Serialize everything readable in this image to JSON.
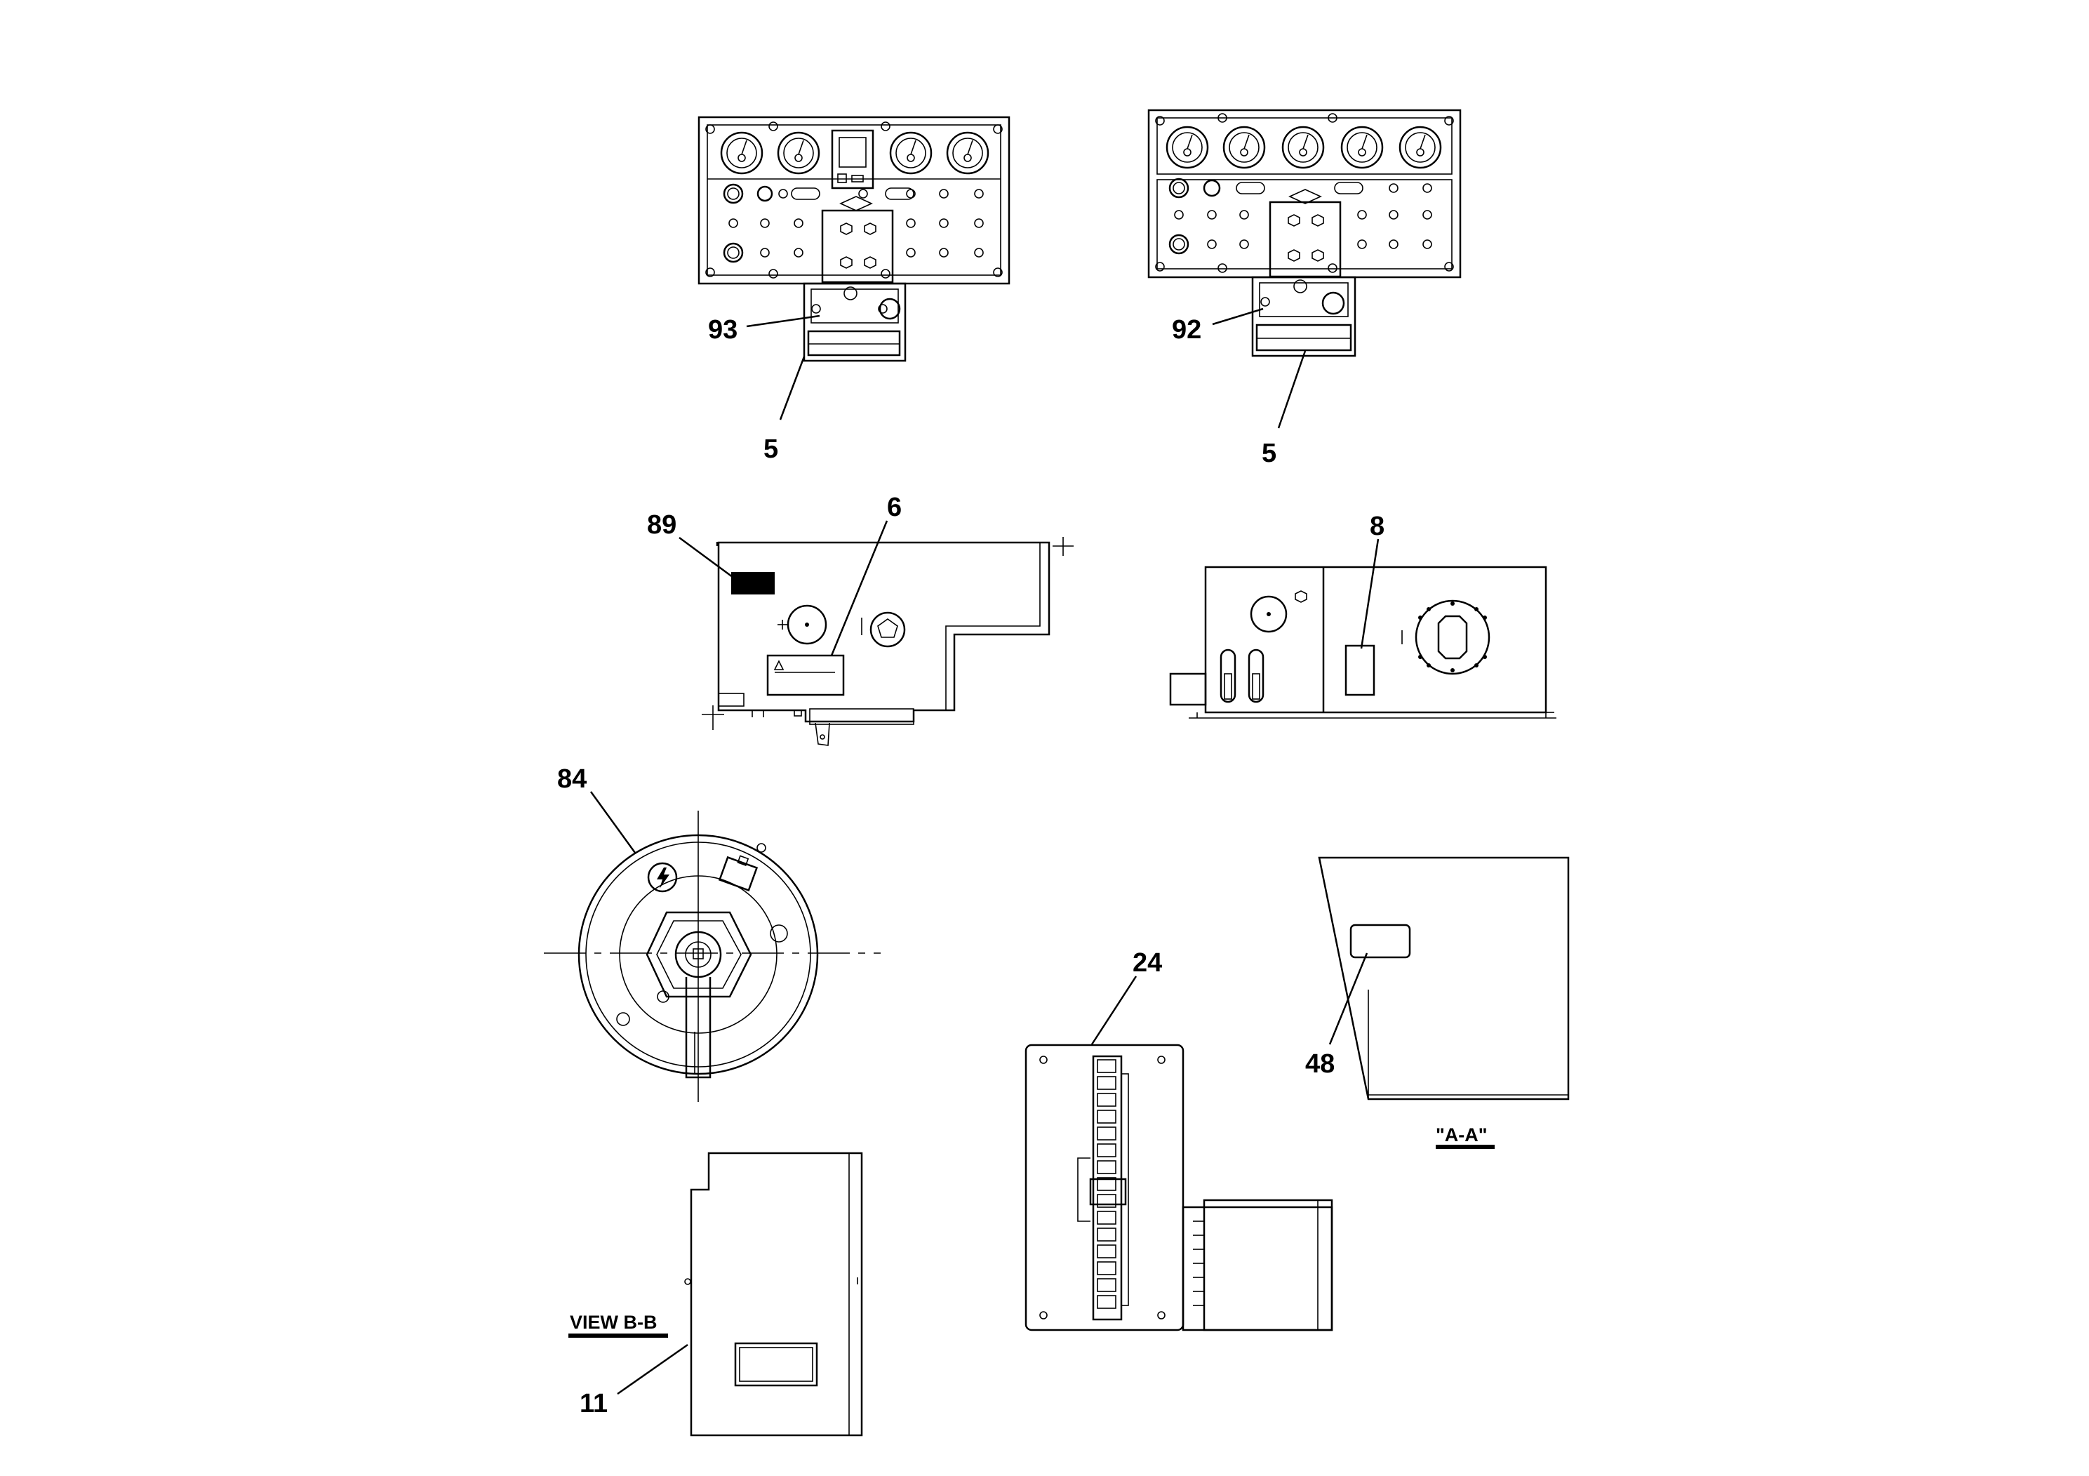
{
  "callouts": {
    "c93": "93",
    "c5_left": "5",
    "c92": "92",
    "c5_right": "5",
    "c89": "89",
    "c6": "6",
    "c8": "8",
    "c84": "84",
    "c24": "24",
    "c48": "48",
    "c11": "11"
  },
  "captions": {
    "view_aa": "\"A-A\"",
    "view_bb": "VIEW B-B"
  },
  "colors": {
    "line": "#000000",
    "background": "#ffffff"
  }
}
